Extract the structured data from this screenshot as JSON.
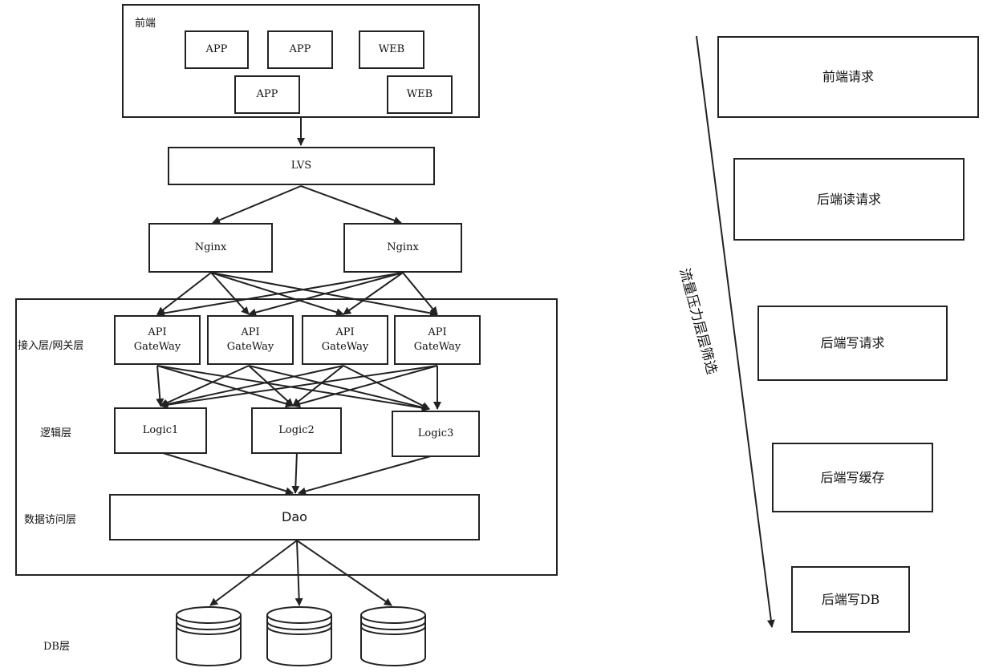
{
  "left": {
    "frontend_label": "前端",
    "clients": [
      "APP",
      "APP",
      "WEB",
      "APP",
      "WEB"
    ],
    "lvs": "LVS",
    "nginx": [
      "Nginx",
      "Nginx"
    ],
    "layers": {
      "access": "接入层/网关层",
      "logic": "逻辑层",
      "data_access": "数据访问层",
      "db": "DB层"
    },
    "gateways": [
      "API\nGateWay",
      "API\nGateWay",
      "API\nGateWay",
      "API\nGateWay"
    ],
    "logics": [
      "Logic1",
      "Logic2",
      "Logic3"
    ],
    "dao": "Dao"
  },
  "right": {
    "arrow_label": "流量压力层层筛选",
    "stages": [
      "前端请求",
      "后端读请求",
      "后端写请求",
      "后端写缓存",
      "后端写DB"
    ]
  }
}
